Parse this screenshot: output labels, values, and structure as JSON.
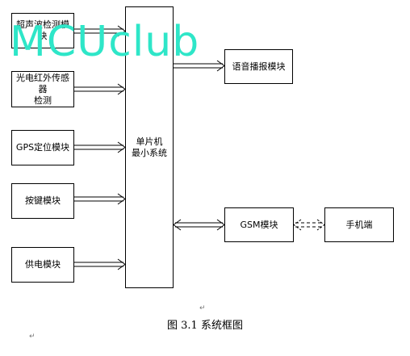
{
  "modules": {
    "ultrasonic": "超声波检测模块",
    "infrared": "光电红外传感器\n检测",
    "gps": "GPS定位模块",
    "keypad": "按键模块",
    "power": "供电模块",
    "mcu": "单片机\n最小系统",
    "voice": "语音播报模块",
    "gsm": "GSM模块",
    "phone": "手机端"
  },
  "caption": "图 3.1 系统框图",
  "watermark": "MCUclub",
  "para_mark": "↵"
}
